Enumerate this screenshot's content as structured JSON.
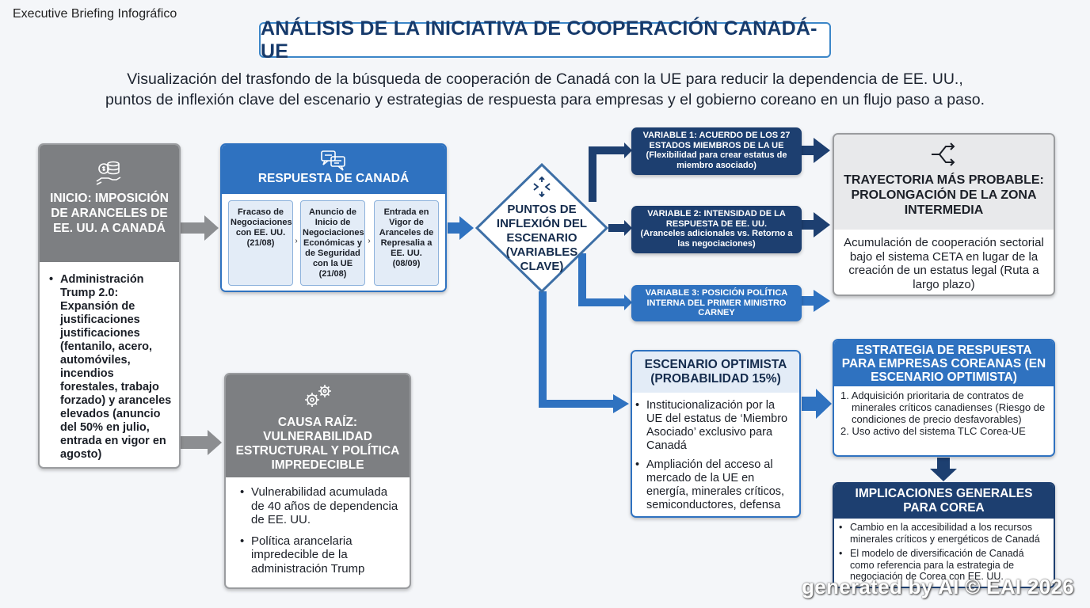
{
  "brand": "Executive Briefing Infográfico",
  "title": "ANÁLISIS DE LA INICIATIVA DE COOPERACIÓN CANADÁ-UE",
  "subtitle_line1": "Visualización del trasfondo de la búsqueda de cooperación de Canadá con la UE para reducir la dependencia de EE. UU.,",
  "subtitle_line2": "puntos de inflexión clave del escenario y estrategias de respuesta para empresas y el gobierno coreano en un flujo paso a paso.",
  "start": {
    "icon": "money-hand-icon",
    "heading": "INICIO: IMPOSICIÓN DE ARANCELES DE EE. UU. A CANADÁ",
    "bullet": "Administración Trump 2.0: Expansión de justificaciones justificaciones (fentanilo, acero, automóviles, incendios forestales, trabajo forzado) y aranceles elevados (anuncio del 50% en julio, entrada en vigor en agosto)"
  },
  "root_cause": {
    "icon": "gears-icon",
    "heading": "CAUSA RAÍZ: VULNERABILIDAD ESTRUCTURAL Y POLÍTICA IMPREDECIBLE",
    "bullets": [
      "Vulnerabilidad acumulada de 40 años de dependencia de EE. UU.",
      "Política arancelaria impredecible de la administración Trump"
    ]
  },
  "canada_response": {
    "icon": "chat-bubbles-icon",
    "heading": "RESPUESTA DE CANADÁ",
    "steps": [
      "Fracaso de Negociaciones con EE. UU. (21/08)",
      "Anuncio de Inicio de Negociaciones Económicas y de Seguridad con la UE (21/08)",
      "Entrada en Vigor de Aranceles de Represalia a EE. UU. (08/09)"
    ]
  },
  "pivot": {
    "icon": "diverge-arrows-icon",
    "label": "PUNTOS DE INFLEXIÓN DEL ESCENARIO (VARIABLES CLAVE)"
  },
  "variables": [
    {
      "title": "VARIABLE 1: ACUERDO DE LOS 27 ESTADOS MIEMBROS DE LA UE",
      "note": "(Flexibilidad para crear estatus de miembro asociado)"
    },
    {
      "title": "VARIABLE 2: INTENSIDAD DE LA RESPUESTA DE EE. UU.",
      "note": "(Aranceles adicionales vs. Retorno a las negociaciones)"
    },
    {
      "title": "VARIABLE 3: POSICIÓN POLÍTICA INTERNA DEL PRIMER MINISTRO CARNEY",
      "note": ""
    }
  ],
  "likely_path": {
    "icon": "shuffle-icon",
    "heading": "TRAYECTORIA MÁS PROBABLE: PROLONGACIÓN DE LA ZONA INTERMEDIA",
    "body": "Acumulación de cooperación sectorial bajo el sistema CETA en lugar de la creación de un estatus legal (Ruta a largo plazo)"
  },
  "optimistic": {
    "heading": "ESCENARIO OPTIMISTA (PROBABILIDAD 15%)",
    "bullets": [
      "Institucionalización por la UE del estatus de ‘Miembro Asociado’ exclusivo para Canadá",
      "Ampliación del acceso al mercado de la UE en energía, minerales críticos, semiconductores, defensa"
    ]
  },
  "strategy": {
    "heading": "ESTRATEGIA DE RESPUESTA PARA EMPRESAS COREANAS (EN ESCENARIO OPTIMISTA)",
    "items": [
      "1. Adquisición prioritaria de contratos de minerales críticos canadienses (Riesgo de condiciones de precio desfavorables)",
      "2. Uso activo del sistema TLC Corea-UE"
    ]
  },
  "implications": {
    "heading": "IMPLICACIONES GENERALES PARA COREA",
    "bullets": [
      "Cambio en la accesibilidad a los recursos minerales críticos y energéticos de Canadá",
      "El modelo de diversificación de Canadá como referencia para la estrategia de negociación de Corea con EE. UU."
    ]
  },
  "watermark": "generated by AI © EAI 2026",
  "colors": {
    "navy": "#1d3f70",
    "blue": "#2f72c0",
    "gray": "#7d7f82",
    "light_blue": "#e3ecf7"
  }
}
